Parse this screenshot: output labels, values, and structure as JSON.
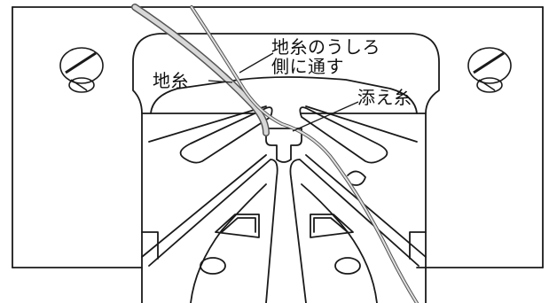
{
  "labels": {
    "base_thread": "地糸",
    "pass_behind_line1": "地糸のうしろ",
    "pass_behind_line2": "側に通す",
    "additional_thread": "添え糸"
  },
  "colors": {
    "line": "#1a1a1a",
    "thread_fill": "#d8d8d8",
    "thread_outline": "#555555",
    "background": "#ffffff"
  }
}
